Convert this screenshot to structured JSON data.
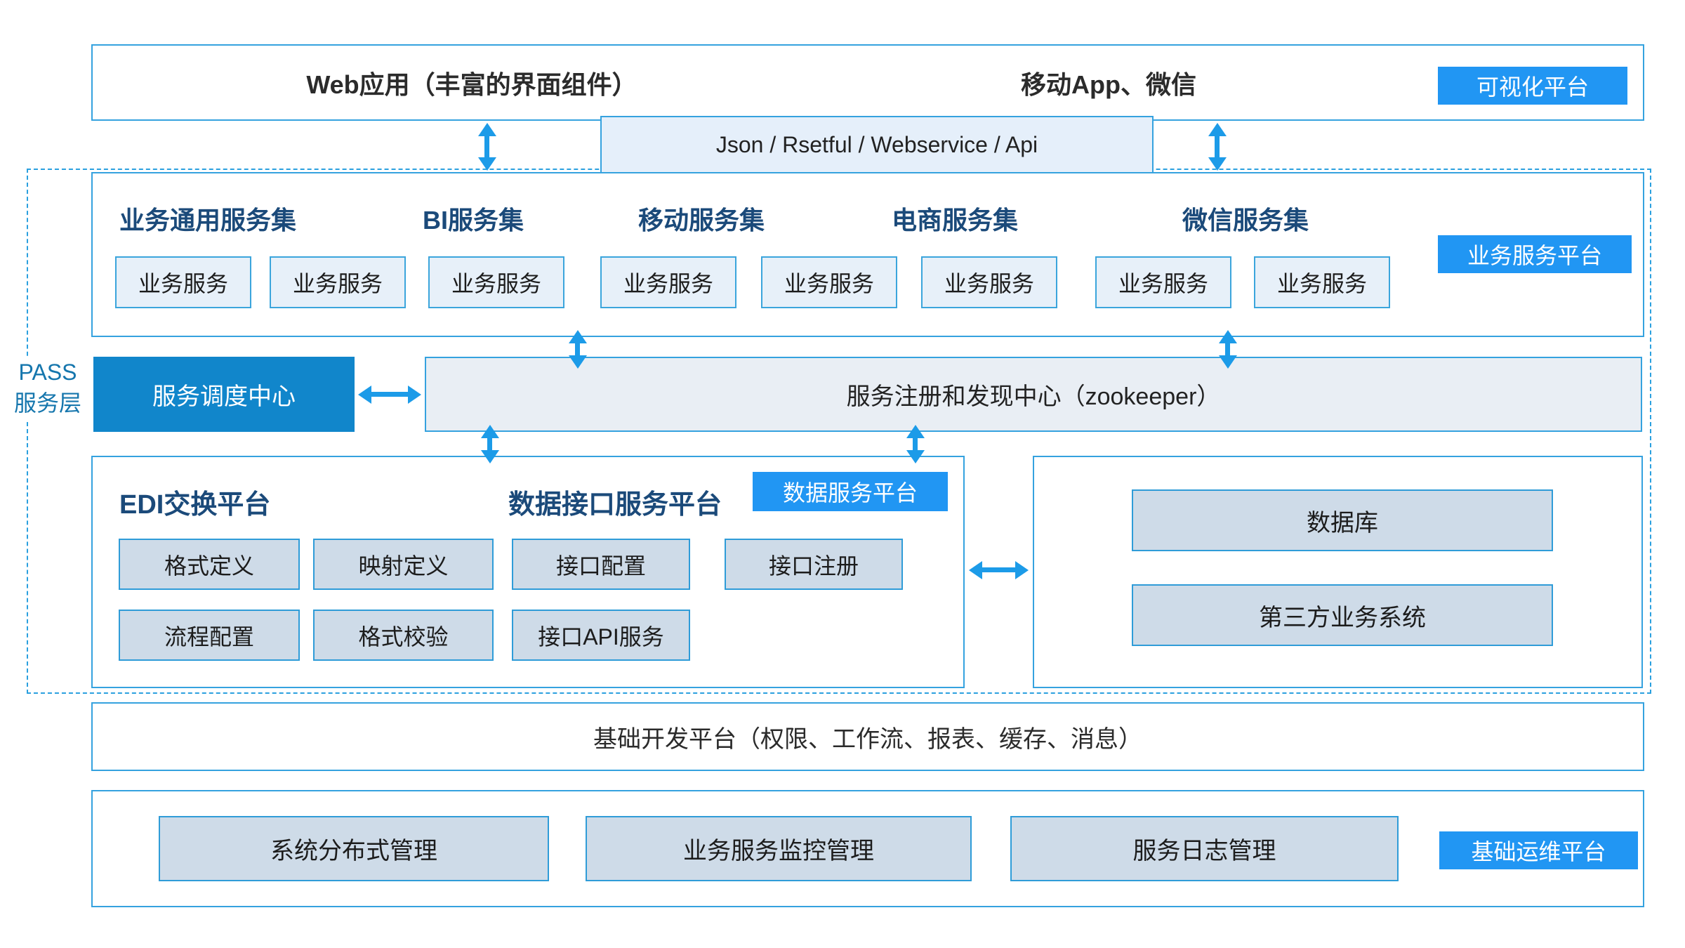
{
  "colors": {
    "accent": "#2196F3",
    "arrow": "#1C9BE8",
    "panel_border": "#35A2DF",
    "group_header_text": "#1B4A7A",
    "dispatch_bg": "#1186CB",
    "light_box_fill": "#E7F0F9",
    "gray_box_fill": "#CEDBE8"
  },
  "top_layer": {
    "web_app": "Web应用（丰富的界面组件）",
    "mobile_app": "移动App、微信",
    "badge": "可视化平台"
  },
  "api_bar": {
    "label": "Json / Rsetful / Webservice / Api"
  },
  "pass_layer": {
    "line1": "PASS",
    "line2": "服务层"
  },
  "business_platform": {
    "badge": "业务服务平台",
    "groups": [
      {
        "name": "业务通用服务集",
        "boxes": [
          "业务服务",
          "业务服务"
        ]
      },
      {
        "name": "BI服务集",
        "boxes": [
          "业务服务"
        ]
      },
      {
        "name": "移动服务集",
        "boxes": [
          "业务服务"
        ]
      },
      {
        "name": "电商服务集",
        "boxes": [
          "业务服务",
          "业务服务"
        ]
      },
      {
        "name": "微信服务集",
        "boxes": [
          "业务服务",
          "业务服务"
        ]
      }
    ]
  },
  "middleware": {
    "dispatch_center": "服务调度中心",
    "registry": "服务注册和发现中心（zookeeper）"
  },
  "data_platform": {
    "edi_title": "EDI交换平台",
    "interface_title": "数据接口服务平台",
    "badge": "数据服务平台",
    "row1": [
      "格式定义",
      "映射定义",
      "接口配置",
      "接口注册"
    ],
    "row2": [
      "流程配置",
      "格式校验",
      "接口API服务"
    ]
  },
  "external_systems": {
    "boxes": [
      "数据库",
      "第三方业务系统"
    ]
  },
  "dev_platform": {
    "label": "基础开发平台（权限、工作流、报表、缓存、消息）"
  },
  "ops_platform": {
    "badge": "基础运维平台",
    "boxes": [
      "系统分布式管理",
      "业务服务监控管理",
      "服务日志管理"
    ]
  }
}
